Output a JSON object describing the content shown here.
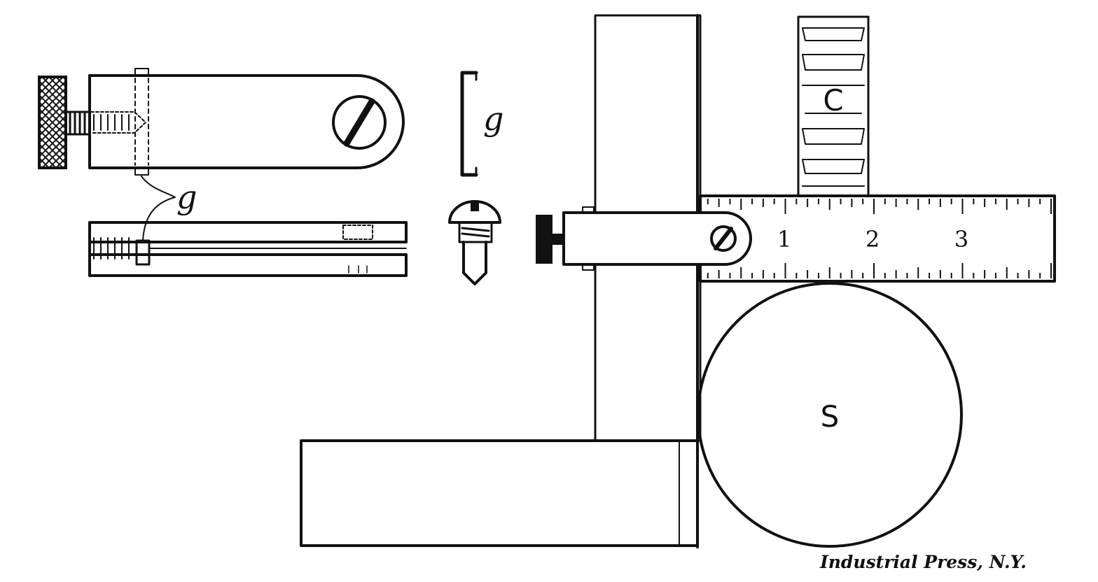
{
  "labels": {
    "g_top": "g",
    "g_middle": "g",
    "cutter": "C",
    "shaft": "S"
  },
  "scale": {
    "numbers": [
      "1",
      "2",
      "3"
    ]
  },
  "credit": "Industrial Press, N.Y."
}
